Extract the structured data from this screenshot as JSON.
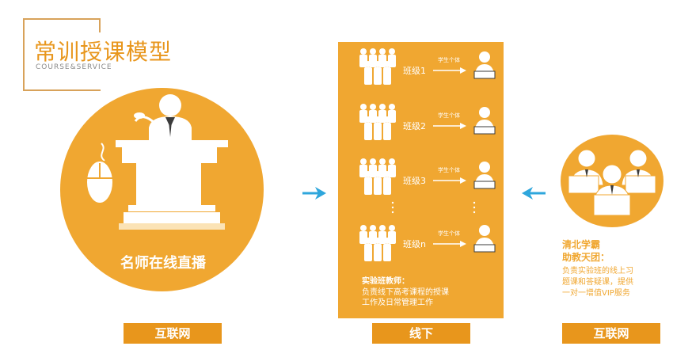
{
  "header": {
    "title": "常训授课模型",
    "subtitle": "COURSE&SERVICE"
  },
  "left": {
    "caption": "名师在线直播",
    "label": "互联网"
  },
  "center": {
    "classes": [
      {
        "label": "班级1",
        "student": "学生个体"
      },
      {
        "label": "班级2",
        "student": "学生个体"
      },
      {
        "label": "班级3",
        "student": "学生个体"
      },
      {
        "label": "班级n",
        "student": "学生个体"
      }
    ],
    "teacher_title": "实验班教师：",
    "teacher_desc_1": "负责线下高考课程的授课",
    "teacher_desc_2": "工作及日常管理工作",
    "label": "线下"
  },
  "right": {
    "title_1": "清北学霸",
    "title_2": "助教天团：",
    "desc_1": "负责实验班的线上习",
    "desc_2": "题课和答疑课，提供",
    "desc_3": "一对一增值VIP服务",
    "label": "互联网"
  },
  "colors": {
    "orange": "#f0a731",
    "dark_orange": "#e8961c",
    "arrow_blue": "#2ea6dc"
  }
}
